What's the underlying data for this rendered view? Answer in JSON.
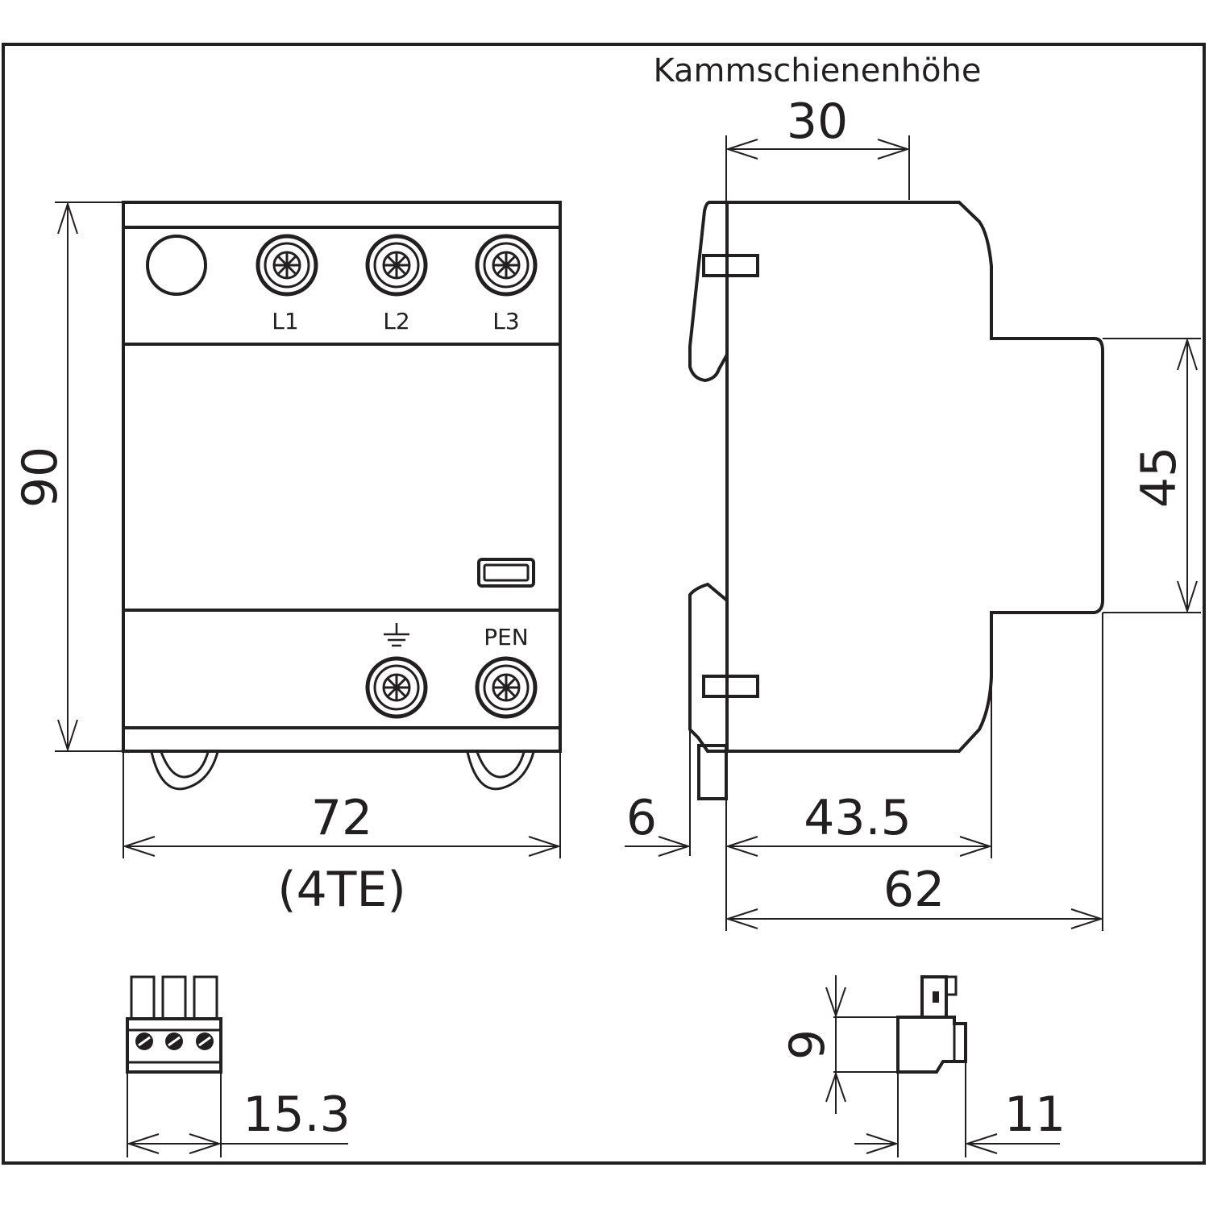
{
  "labels": {
    "kammschiene": "Kammschienenhöhe",
    "terminal_l1": "L1",
    "terminal_l2": "L2",
    "terminal_l3": "L3",
    "terminal_pen": "PEN",
    "earth_symbol": "⏚"
  },
  "dimensions": {
    "height_front": "90",
    "width_front": "72",
    "width_units": "(4TE)",
    "comb_height": "30",
    "recess_height": "45",
    "rail_offset": "6",
    "body_depth": "43.5",
    "total_depth": "62",
    "connector_width": "15.3",
    "plug_height": "9",
    "plug_width": "11"
  },
  "colors": {
    "stroke": "#231f20",
    "background": "#ffffff"
  }
}
